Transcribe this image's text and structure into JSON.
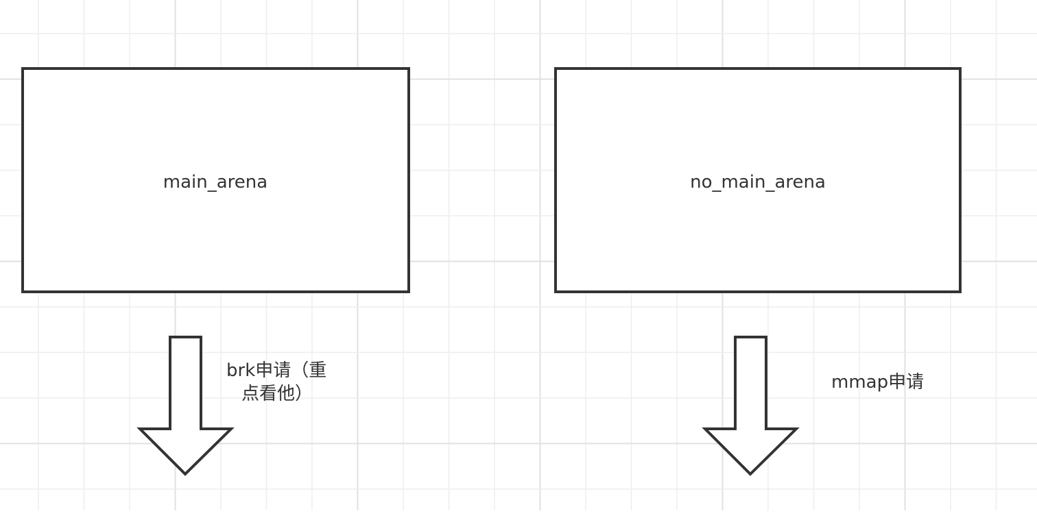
{
  "diagram": {
    "left_box": {
      "label": "main_arena"
    },
    "right_box": {
      "label": "no_main_arena"
    },
    "left_arrow": {
      "label_line1": "brk申请（重",
      "label_line2": "点看他）"
    },
    "right_arrow": {
      "label": "mmap申请"
    }
  },
  "colors": {
    "background": "#ffffff",
    "grid_minor": "#eeeeee",
    "grid_major": "#e0e0e0",
    "stroke": "#333333",
    "text": "#333333"
  }
}
